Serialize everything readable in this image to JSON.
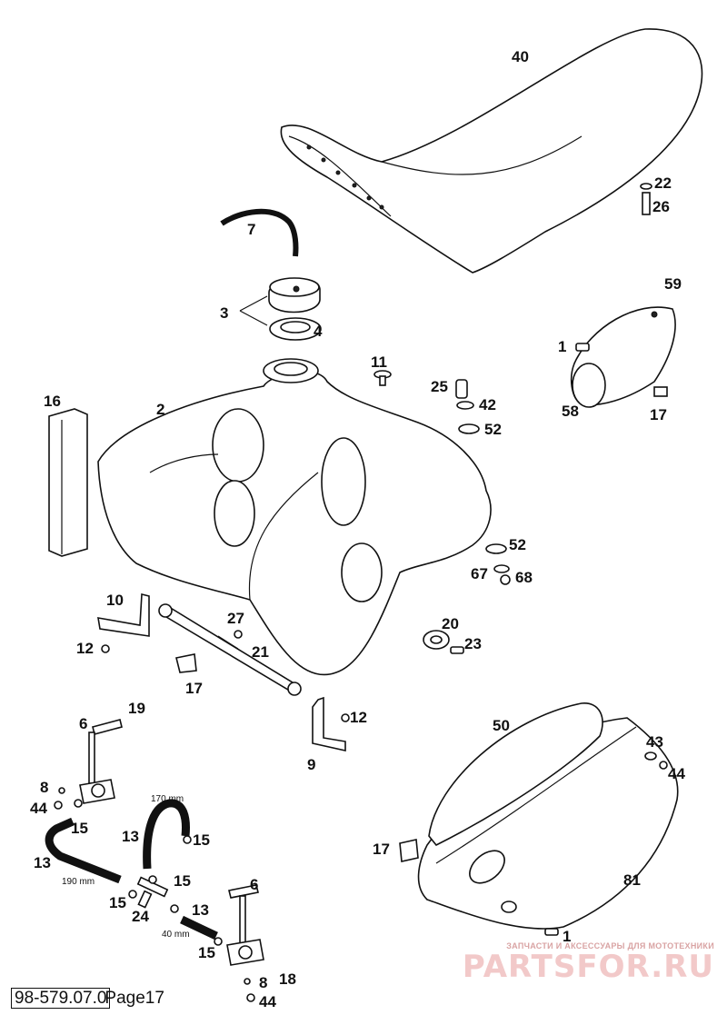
{
  "labels": [
    {
      "text": "40"
    },
    {
      "text": "22"
    },
    {
      "text": "26"
    },
    {
      "text": "7"
    },
    {
      "text": "3"
    },
    {
      "text": "4"
    },
    {
      "text": "59"
    },
    {
      "text": "1"
    },
    {
      "text": "58"
    },
    {
      "text": "17"
    },
    {
      "text": "11"
    },
    {
      "text": "25"
    },
    {
      "text": "42"
    },
    {
      "text": "52"
    },
    {
      "text": "16"
    },
    {
      "text": "2"
    },
    {
      "text": "52"
    },
    {
      "text": "67"
    },
    {
      "text": "68"
    },
    {
      "text": "10"
    },
    {
      "text": "27"
    },
    {
      "text": "12"
    },
    {
      "text": "21"
    },
    {
      "text": "17"
    },
    {
      "text": "20"
    },
    {
      "text": "23"
    },
    {
      "text": "6"
    },
    {
      "text": "19"
    },
    {
      "text": "12"
    },
    {
      "text": "9"
    },
    {
      "text": "8"
    },
    {
      "text": "44"
    },
    {
      "text": "15"
    },
    {
      "text": "13"
    },
    {
      "text": "15"
    },
    {
      "text": "13"
    },
    {
      "text": "15"
    },
    {
      "text": "15"
    },
    {
      "text": "24"
    },
    {
      "text": "13"
    },
    {
      "text": "6"
    },
    {
      "text": "15"
    },
    {
      "text": "8"
    },
    {
      "text": "18"
    },
    {
      "text": "44"
    },
    {
      "text": "50"
    },
    {
      "text": "43"
    },
    {
      "text": "44"
    },
    {
      "text": "17"
    },
    {
      "text": "81"
    },
    {
      "text": "1"
    }
  ],
  "dimensions": [
    {
      "text": "170 mm"
    },
    {
      "text": "190 mm"
    },
    {
      "text": "40 mm"
    }
  ],
  "footer": {
    "code": "98-579.07.0",
    "page": "Page17"
  },
  "watermark": {
    "tagline": "ЗАПЧАСТИ И АКСЕССУАРЫ ДЛЯ МОТОТЕХНИКИ",
    "brand": "PARTSFOR.RU"
  }
}
